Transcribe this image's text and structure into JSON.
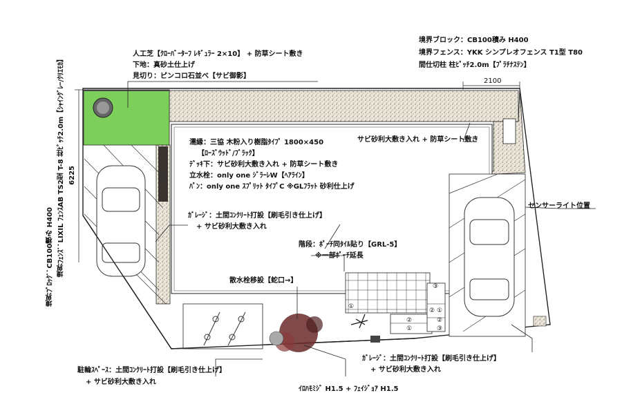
{
  "labels": {
    "turf_line1": "人工芝【ｸﾛｰﾊﾞｰﾀｰﾌ ﾚｷﾞｭﾗｰ 2×10】 + 防草シート敷き",
    "turf_line2": "下地：真砂土仕上げ",
    "turf_line3": "見切り：ピンコロ石並べ【サビ御影】",
    "boundary_line1": "境界ブロック：CB100積み H400",
    "boundary_line2": "境界フェンス：YKK シンプレオフェンス T1型 T80",
    "boundary_line3": "間仕切柱 柱ﾋﾟｯﾁ2.0m【ﾌﾟﾗﾁﾅｽﾃﾝ】",
    "gravel_top": "サビ砂利大敷き入れ + 防草シート敷き",
    "deck_line1": "濡縁：三協 木粉入り樹脂ﾀｲﾌﾟ 1800×450",
    "deck_line2": "【ﾛｰｽﾞｳｯﾄﾞ/ﾌﾞﾗｯｸ】",
    "deck_line3": "ﾃﾞｯｷ下：サビ砂利大敷き入れ + 防草シート敷き",
    "deck_line4": "立水栓：only one ｼﾞﾗｰﾚW【ﾍｱﾗｲﾝ】",
    "deck_line5": "ﾊﾟﾝ：only one ｽﾌﾟﾘｯﾄ ﾀｲﾌﾟC ※GLﾌﾗｯﾄ 砂利仕上げ",
    "garage_mid_line1": "ｶﾞﾚｰｼﾞ：土間ｺﾝｸﾘｰﾄ打設【刷毛引き仕上げ】",
    "garage_mid_line2": "+ サビ砂利大敷き入れ",
    "sensor_light": "センサーライト位置",
    "steps_line1": "階段：ﾎﾟｰﾁ同ﾀｲﾙ貼り【GRL-5】",
    "steps_line2": "※一部ﾎﾟｰﾁ延長",
    "faucet_move": "散水栓移設【蛇口→】",
    "bike_line1": "駐輪ｽﾍﾟｰｽ：土間ｺﾝｸﾘｰﾄ打設【刷毛引き仕上げ】",
    "bike_line2": "+ サビ砂利大敷き入れ",
    "garage_right_line1": "ｶﾞﾚｰｼﾞ：土間ｺﾝｸﾘｰﾄ打設【刷毛引き仕上げ】",
    "garage_right_line2": "+ サビ砂利大敷き入れ",
    "trees": "ｲﾛﾊﾓﾐｼﾞ H1.5 + ﾌｪｲｼﾞｮｱ H1.5",
    "left_vert_line1": "境界ﾌﾞﾛｯｸ：CB100積み H400",
    "left_vert_line2": "境界ﾌｪﾝｽ：LIXIL ﾌｪﾝｽAB TS2型 T-8 柱ﾋﾟｯﾁ2.0m【ｼｬｲﾝｸﾞﾚｰ/ｸﾘｴﾓｶ】"
  },
  "dimensions": {
    "width_top": "2100",
    "height_left": "6225"
  },
  "step_numbers": [
    "①",
    "②",
    "③",
    "①",
    "②",
    "①",
    "②",
    "③"
  ],
  "colors": {
    "turf": "#7ccf5a",
    "gravel": "#e9e4d8",
    "line": "#222222",
    "deck_dark": "#3a3430",
    "tree": "#6b2a2a"
  }
}
